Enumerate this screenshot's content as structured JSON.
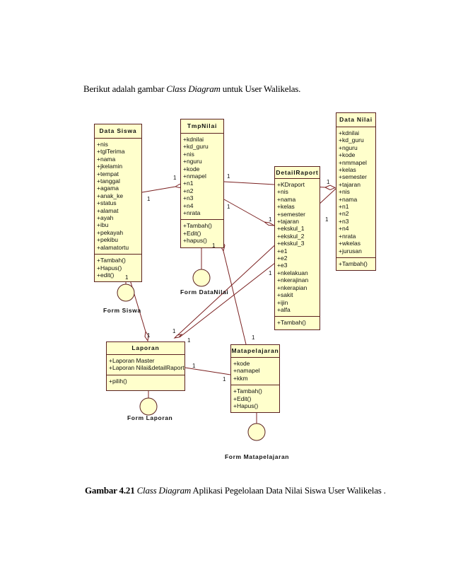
{
  "intro": {
    "before": "Berikut  adalah  gambar  ",
    "italic": "Class Diagram",
    "after": "  untuk  User Walikelas."
  },
  "classes": {
    "data_siswa": {
      "name": "Data Siswa",
      "attributes": [
        "+nis",
        "+tglTerima",
        "+nama",
        "+jkelamin",
        "+tempat",
        "+tanggal",
        "+agama",
        "+anak_ke",
        "+status",
        "+alamat",
        "+ayah",
        "+ibu",
        "+pekayah",
        "+pekibu",
        "+alamatortu"
      ],
      "operations": [
        "+Tambah()",
        "+Hapus()",
        "+edit()"
      ]
    },
    "tmpnilai": {
      "name": "TmpNilai",
      "attributes": [
        "+kdnilai",
        "+kd_guru",
        "+nis",
        "+nguru",
        "+kode",
        "+nmapel",
        "+n1",
        "+n2",
        "+n3",
        "+n4",
        "+nrata"
      ],
      "operations": [
        "+Tambah()",
        "+Edit()",
        "+hapus()"
      ]
    },
    "detailraport": {
      "name": "DetailRaport",
      "attributes": [
        "+KDraport",
        "+nis",
        "+nama",
        "+kelas",
        "+semester",
        "+tajaran",
        "+ekskul_1",
        "+ekskul_2",
        "+ekskul_3",
        "+e1",
        "+e2",
        "+e3",
        "+nkelakuan",
        "+nkerajinan",
        "+nkerapian",
        "+sakit",
        "+ijin",
        "+alfa"
      ],
      "operations": [
        "+Tambah()"
      ]
    },
    "data_nilai": {
      "name": "Data Nilai",
      "attributes": [
        "+kdnilai",
        "+kd_guru",
        "+nguru",
        "+kode",
        "+nmmapel",
        "+kelas",
        "+semester",
        "+tajaran",
        "+nis",
        "+nama",
        "+n1",
        "+n2",
        "+n3",
        "+n4",
        "+nrata",
        "+wkelas",
        "+jurusan"
      ],
      "operations": [
        "+Tambah()"
      ]
    },
    "laporan": {
      "name": "Laporan",
      "attributes": [
        "+Laporan Master",
        "+Laporan Nilai&detailRaport"
      ],
      "operations": [
        "+pilih()"
      ]
    },
    "matapelajaran": {
      "name": "Matapelajaran",
      "attributes": [
        "+kode",
        "+namapel",
        "+kkm"
      ],
      "operations": [
        "+Tambah()",
        "+Edit()",
        "+Hapus()"
      ]
    }
  },
  "forms": {
    "form_siswa": "Form Siswa",
    "form_datanilai": "Form DataNilai",
    "form_laporan": "Form Laporan",
    "form_matapelajaran": "Form Matapelajaran"
  },
  "multiplicities": {
    "m1": "1",
    "m2": "1",
    "m3": "1",
    "m4": "1",
    "m5": "1",
    "m6": "1",
    "m7": "1",
    "m8": "1",
    "m9": "1",
    "m10": "1",
    "m11": "1",
    "m12": "1",
    "m13": "1",
    "m14": "1",
    "m15": "1",
    "m16": "1"
  },
  "caption": {
    "bold": "Gambar  4.21",
    "italic": "Class Diagram",
    "rest": " Aplikasi  Pegelolaan  Data Nilai  Siswa  User Walikelas  ."
  }
}
